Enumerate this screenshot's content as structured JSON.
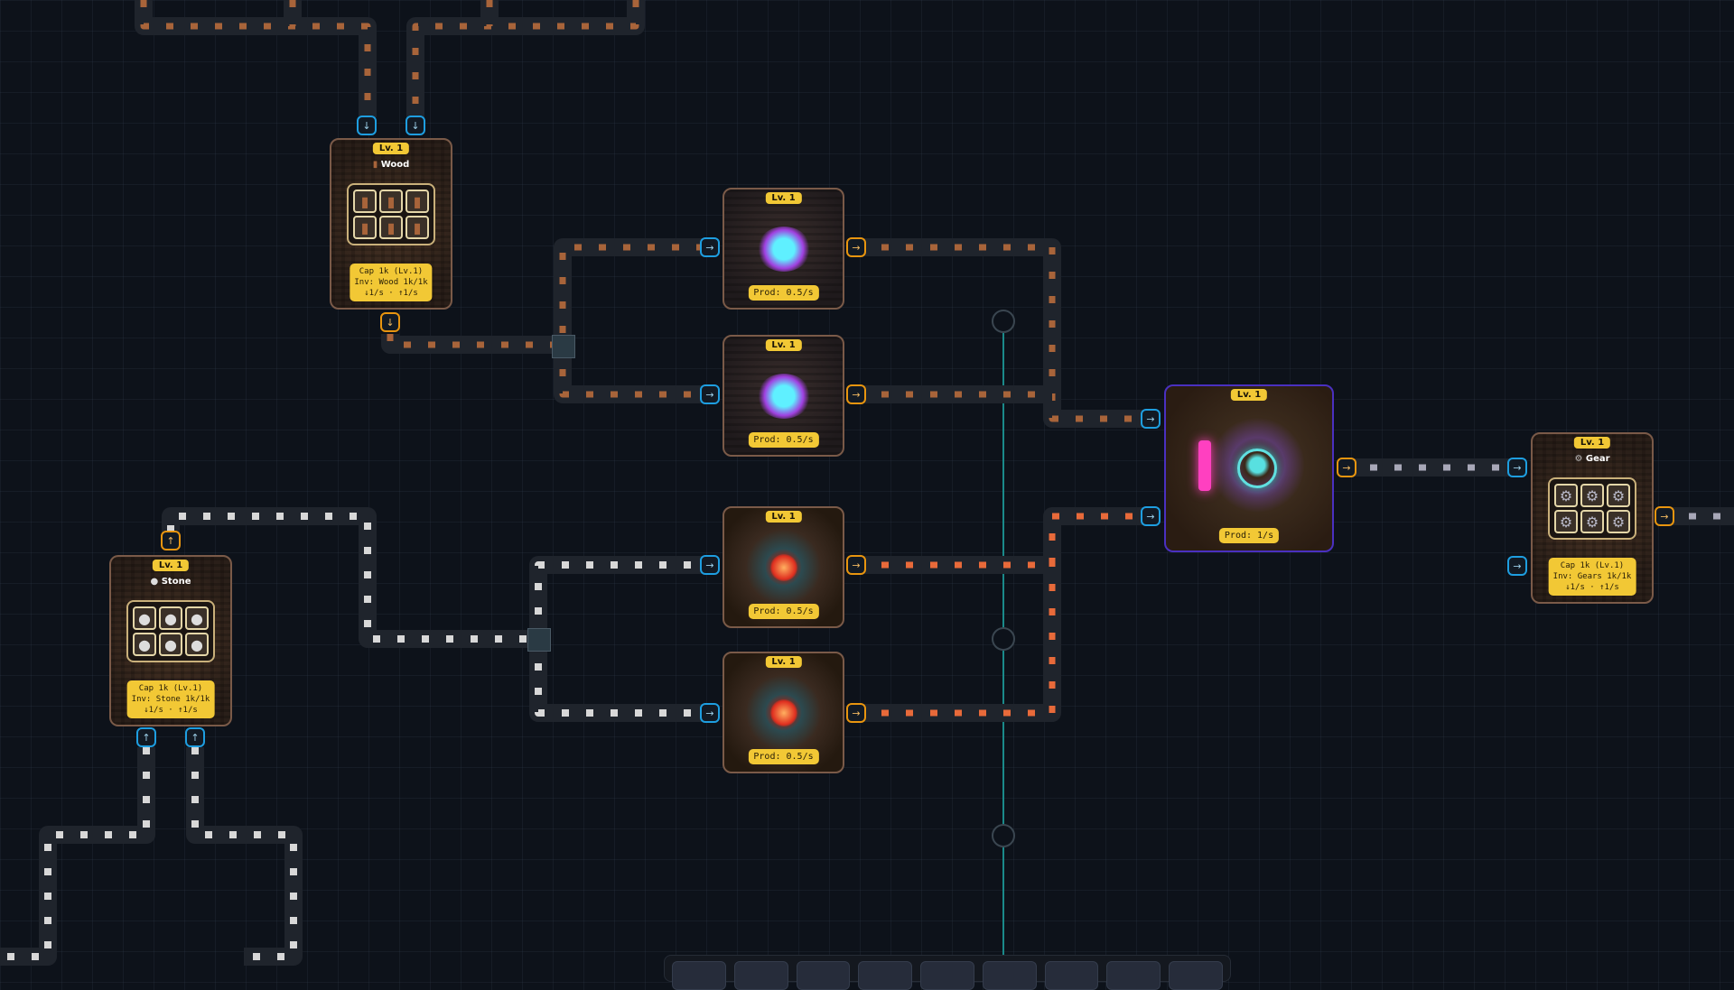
{
  "storages": [
    {
      "id": "wood",
      "level": "Lv. 1",
      "item": "Wood",
      "icon": "wood-log",
      "cap": "Cap 1k (Lv.1)",
      "inv": "Inv: Wood 1k/1k",
      "rate": "↓1/s · ↑1/s"
    },
    {
      "id": "stone",
      "level": "Lv. 1",
      "item": "Stone",
      "icon": "stone",
      "cap": "Cap 1k (Lv.1)",
      "inv": "Inv: Stone 1k/1k",
      "rate": "↓1/s · ↑1/s"
    },
    {
      "id": "gear",
      "level": "Lv. 1",
      "item": "Gear",
      "icon": "gear",
      "cap": "Cap 1k (Lv.1)",
      "inv": "Inv: Gears 1k/1k",
      "rate": "↓1/s · ↑1/s"
    }
  ],
  "machines": [
    {
      "type": "sawmill",
      "level": "Lv. 1",
      "prod": "Prod: 0.5/s"
    },
    {
      "type": "sawmill",
      "level": "Lv. 1",
      "prod": "Prod: 0.5/s"
    },
    {
      "type": "furnace",
      "level": "Lv. 1",
      "prod": "Prod: 0.5/s"
    },
    {
      "type": "furnace",
      "level": "Lv. 1",
      "prod": "Prod: 0.5/s"
    },
    {
      "type": "gear-assembler",
      "level": "Lv. 1",
      "prod": "Prod: 1/s"
    }
  ],
  "colors": {
    "input_port": "#1e9ee0",
    "output_port": "#e8950f",
    "badge": "#f2c835",
    "wood": "#a8643a",
    "stone": "#d8d8d8",
    "brick": "#e86a3a",
    "gear": "#a8a8b8"
  },
  "toolbar": {
    "button_count": 9
  }
}
